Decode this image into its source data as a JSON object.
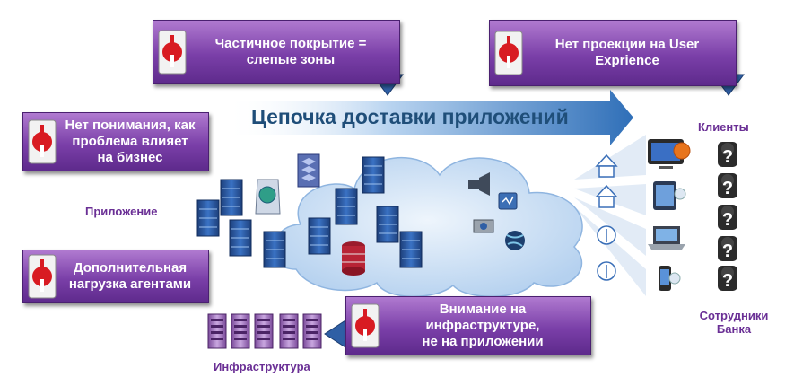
{
  "diagram": {
    "title": "Цепочка доставки приложений",
    "callouts": {
      "partial_coverage": {
        "line1": "Частичное покрытие =",
        "line2": "слепые зоны"
      },
      "no_ux": {
        "line1": "Нет проекции на User",
        "line2": "Exprience"
      },
      "no_business": {
        "line1": "Нет понимания, как",
        "line2": "проблема влияет",
        "line3": "на бизнес"
      },
      "agent_load": {
        "line1": "Дополнительная",
        "line2": "нагрузка агентами"
      },
      "infra_focus": {
        "line1": "Внимание на",
        "line2": "инфраструктуре,",
        "line3": "не на приложении"
      }
    },
    "labels": {
      "application": "Приложение",
      "infrastructure": "Инфраструктура",
      "clients": "Клиенты",
      "employees_line1": "Сотрудники",
      "employees_line2": "Банка"
    },
    "colors": {
      "callout": "#7a3fa8",
      "label": "#6a2f95",
      "title": "#1f4e79",
      "arrow": "#2f6fb8",
      "server": "#2a5aa8",
      "cloud": "#c6ddf3"
    }
  }
}
